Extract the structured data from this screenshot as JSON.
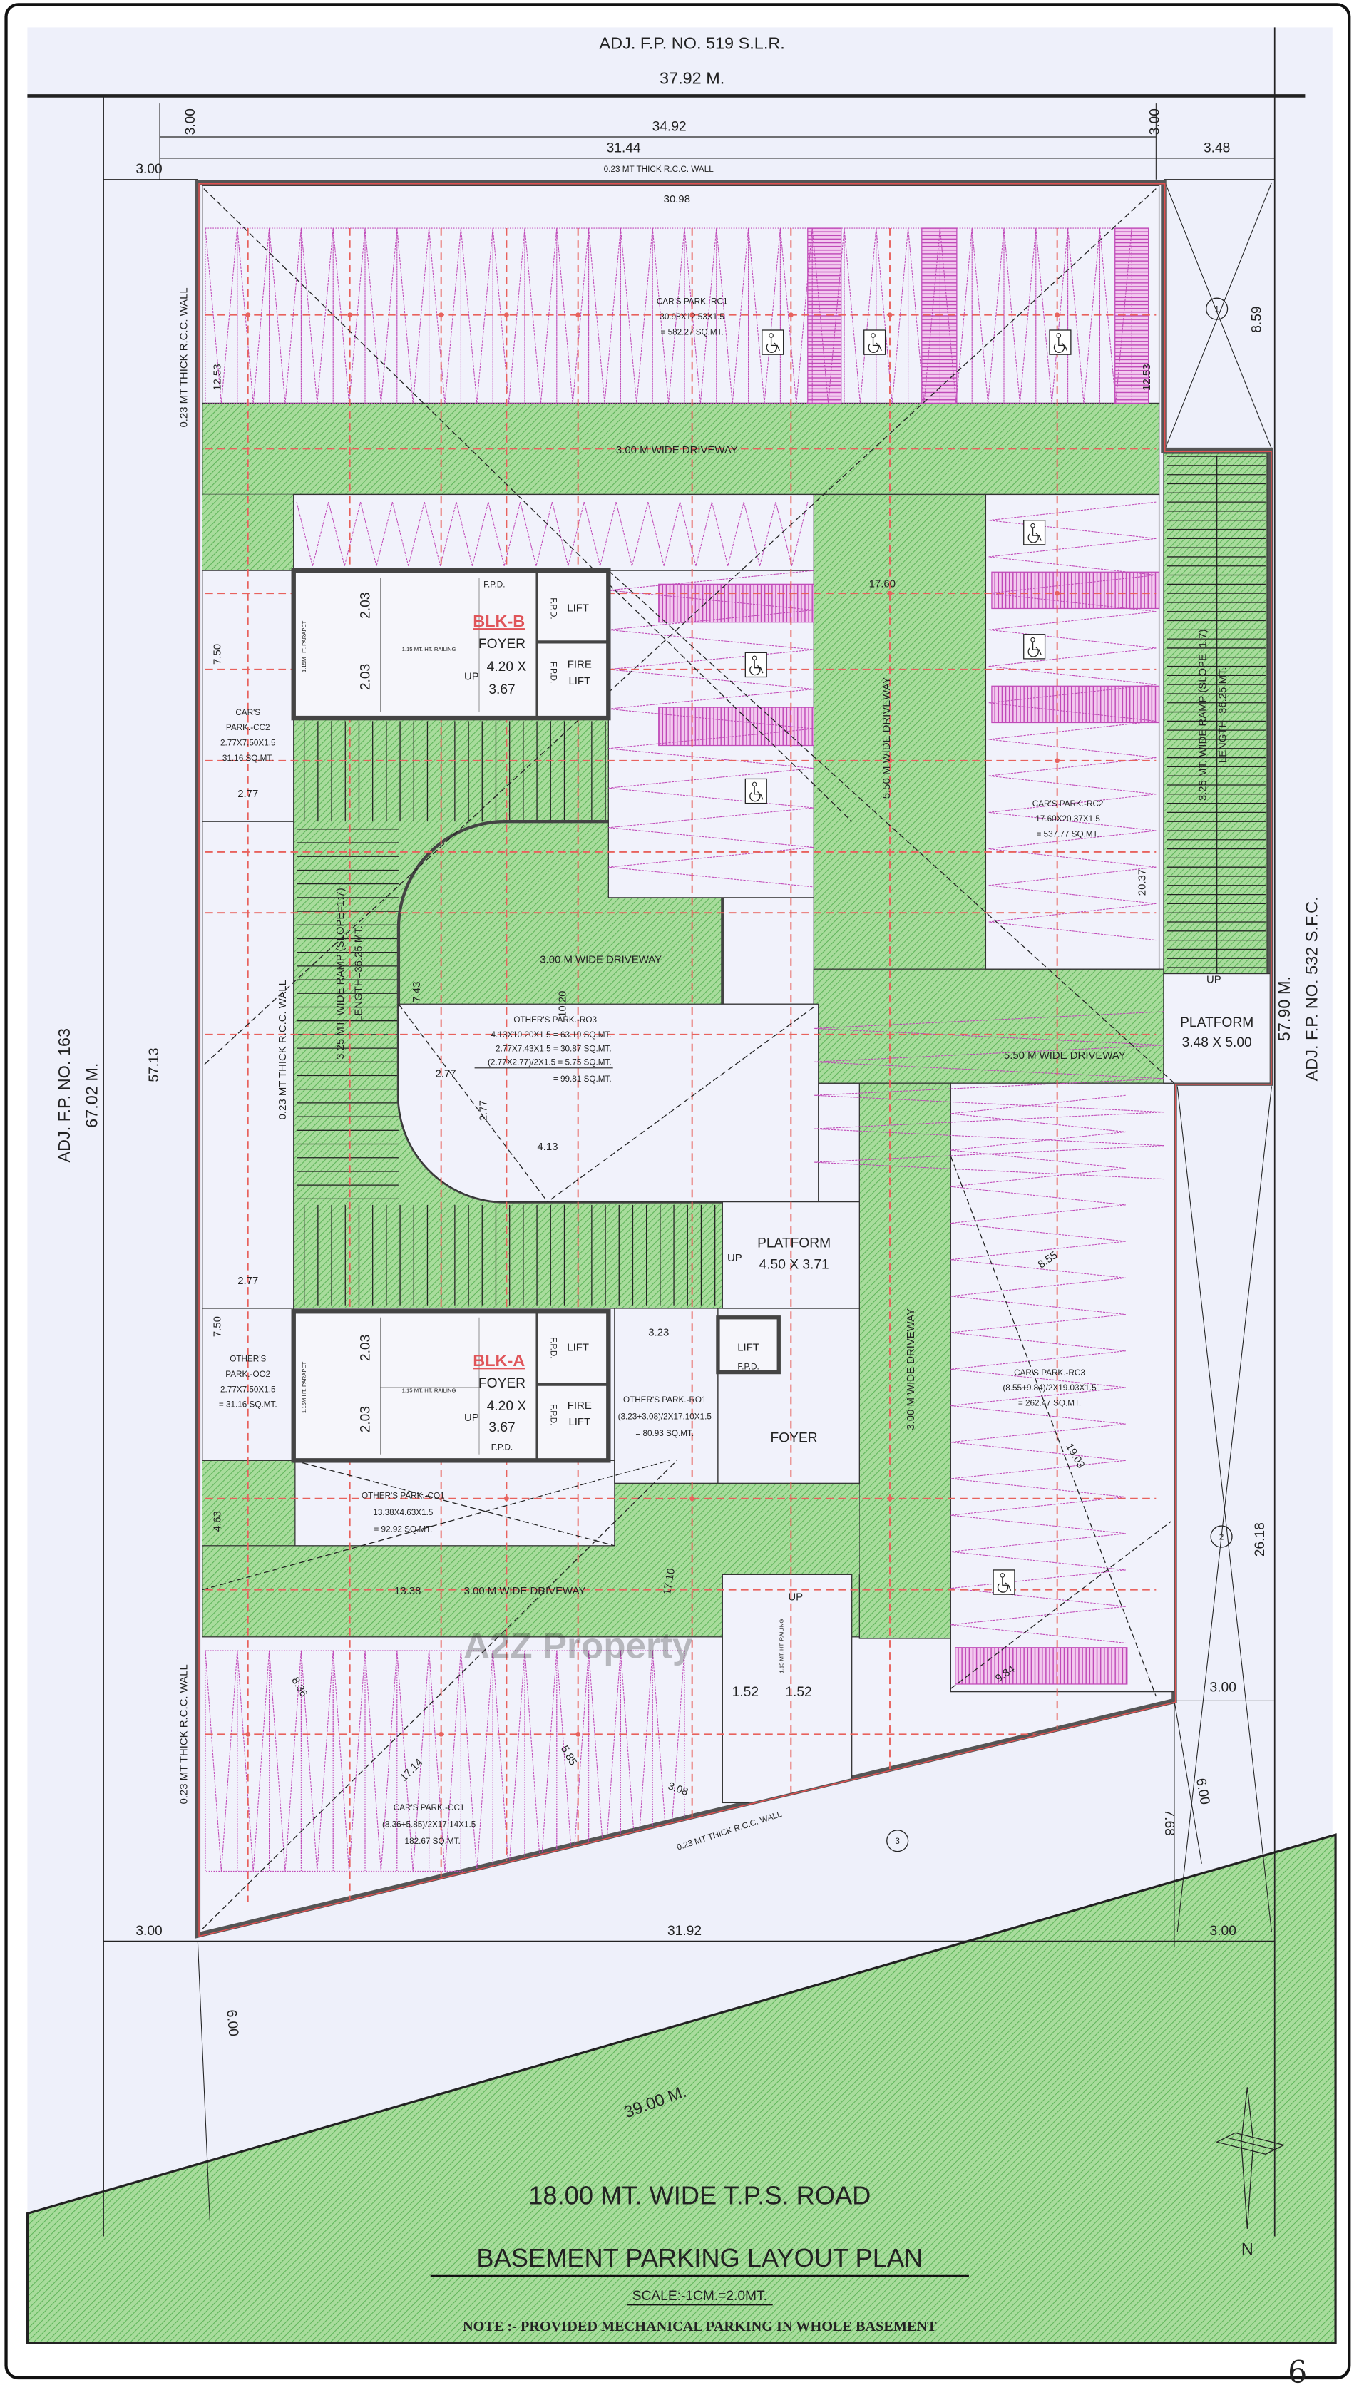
{
  "colors": {
    "paper": "#eef0fa",
    "green_fill": "#a8dc9c",
    "green_hatch": "#5fb55a",
    "parking_line": "#c04ab8",
    "grid_red": "#e8625d",
    "wall": "#555555",
    "wall_red": "#e05050",
    "block_label": "#e0555a"
  },
  "header": {
    "adjacent_north": "ADJ. F.P. NO. 519 S.L.R.",
    "north_length": "37.92 M."
  },
  "sides": {
    "west_label": "ADJ. F.P. NO. 163",
    "west_length": "67.02 M.",
    "east_label": "ADJ. F.P. NO. 532 S.F.C.",
    "east_length": "57.90 M."
  },
  "dimensions": {
    "top_34_92": "34.92",
    "top_31_44": "31.44",
    "top_3_48": "3.48",
    "top_left_3_00_v": "3.00",
    "top_right_3_00_v": "3.00",
    "left_3_00": "3.00",
    "inner_30_98": "30.98",
    "rc1_h_left": "12.53",
    "rc1_h_right": "12.53",
    "east_8_59": "8.59",
    "west_57_13": "57.13",
    "mid_17_60": "17.60",
    "rc2_20_37": "20.37",
    "ro3_7_43": "7.43",
    "ro3_10_20": "10.20",
    "ro3_2_77_h": "2.77",
    "ro3_2_77_v": "2.77",
    "ro3_4_13": "4.13",
    "cc2_7_50": "7.50",
    "cc2_2_77": "2.77",
    "oo2_2_77": "2.77",
    "oo2_7_50": "7.50",
    "blkb_2_03_a": "2.03",
    "blkb_2_03_b": "2.03",
    "blka_2_03_a": "2.03",
    "blka_2_03_b": "2.03",
    "ro1_3_23": "3.23",
    "co1_4_63": "4.63",
    "co1_13_38": "13.38",
    "ro1_17_10": "17.10",
    "rc3_8_55": "8.55",
    "rc3_19_03": "19.03",
    "rc3_9_84": "9.84",
    "cc1_8_36": "8.36",
    "cc1_17_14": "17.14",
    "cc1_5_85": "5.85",
    "cc1_3_08": "3.08",
    "stair_1_52_a": "1.52",
    "stair_1_52_b": "1.52",
    "east_26_18": "26.18",
    "east_3_00": "3.00",
    "se_7_68": "7.68",
    "se_6_00": "6.00",
    "bottom_3_00_left": "3.00",
    "bottom_31_92": "31.92",
    "bottom_3_00_right": "3.00",
    "sw_6_00": "6.00",
    "road_39_00": "39.00 M."
  },
  "walls": {
    "top": "0.23 MT THICK R.C.C. WALL",
    "west_upper": "0.23 MT THICK R.C.C. WALL",
    "west_mid": "0.23 MT THICK R.C.C. WALL",
    "west_lower": "0.23 MT THICK R.C.C. WALL",
    "south": "0.23 MT THICK R.C.C. WALL"
  },
  "markers": {
    "north_east": "1",
    "east": "2",
    "south": "3"
  },
  "driveways": {
    "top": "3.00 M WIDE DRIVEWAY",
    "center_vertical": "5.50 M WIDE DRIVEWAY",
    "center_horizontal": "5.50 M WIDE DRIVEWAY",
    "middle": "3.00 M WIDE DRIVEWAY",
    "right_vertical": "3.00 M WIDE DRIVEWAY",
    "bottom": "3.00 M WIDE DRIVEWAY"
  },
  "ramps": {
    "east_line1": "3.25 MT. WIDE RAMP (SLOPE=1:7)",
    "east_line2": "LENGTH=36.25 MT.",
    "east_up": "UP",
    "west_line1": "3.25 MT. WIDE RAMP (SLOPE=1:7)",
    "west_line2": "LENGTH=36.25 MT.",
    "west_up": "UP"
  },
  "platforms": {
    "east_label": "PLATFORM",
    "east_size": "3.48 X 5.00",
    "mid_label": "PLATFORM",
    "mid_size": "4.50 X 3.71"
  },
  "parking": {
    "rc1": {
      "name": "CAR'S PARK.-RC1",
      "calc": "30.98X12.53X1.5",
      "area": "= 582.27 SQ.MT."
    },
    "rc2": {
      "name": "CAR'S PARK.-RC2",
      "calc": "17.60X20.37X1.5",
      "area": "= 537.77 SQ.MT."
    },
    "rc3": {
      "name": "CAR'S PARK.-RC3",
      "calc": "(8.55+9.84)/2X19.03X1.5",
      "area": "= 262.47 SQ.MT."
    },
    "cc1": {
      "name": "CAR'S PARK.-CC1",
      "calc": "(8.36+5.85)/2X17.14X1.5",
      "area": "= 182.67 SQ.MT."
    },
    "cc2": {
      "name1": "CAR'S",
      "name2": "PARK.-CC2",
      "calc": "2.77X7.50X1.5",
      "area": "31.16 SQ.MT."
    },
    "oo2": {
      "name1": "OTHER'S",
      "name2": "PARK.-OO2",
      "calc": "2.77X7.50X1.5",
      "area": "= 31.16 SQ.MT."
    },
    "co1": {
      "name": "OTHER'S PARK.-CO1",
      "calc": "13.38X4.63X1.5",
      "area": "= 92.92 SQ.MT."
    },
    "ro1": {
      "name": "OTHER'S PARK.-RO1",
      "calc": "(3.23+3.08)/2X17.10X1.5",
      "area": "= 80.93 SQ.MT."
    },
    "ro3": {
      "name": "OTHER'S PARK.-RO3",
      "line1": "4.13X10.20X1.5 = 63.19 SQ.MT.",
      "line2": "2.77X7.43X1.5 = 30.87 SQ.MT.",
      "line3": "(2.77X2.77)/2X1.5 =  5.75 SQ.MT.",
      "total": "= 99.81 SQ.MT."
    }
  },
  "blocks": {
    "b": {
      "name": "BLK-B",
      "fpd_top": "F.P.D.",
      "foyer": "FOYER",
      "size1": "4.20 X",
      "size2": "3.67",
      "up": "UP",
      "lift": "LIFT",
      "fire_lift1": "FIRE",
      "fire_lift2": "LIFT",
      "fpd_lift": "F.P.D.",
      "fpd_fire": "F.P.D.",
      "railing": "1.15 MT. HT. RAILING",
      "parapet": "1.15M HT. PARAPET"
    },
    "a": {
      "name": "BLK-A",
      "fpd_bottom": "F.P.D.",
      "foyer": "FOYER",
      "size1": "4.20 X",
      "size2": "3.67",
      "up": "UP",
      "lift": "LIFT",
      "fire_lift1": "FIRE",
      "fire_lift2": "LIFT",
      "fpd_lift": "F.P.D.",
      "fpd_fire": "F.P.D.",
      "railing": "1.15 MT. HT. RAILING",
      "parapet": "1.15M HT. PARAPET"
    },
    "south_core": {
      "lift": "LIFT",
      "fpd": "F.P.D.",
      "foyer": "FOYER",
      "stair_up": "UP",
      "railing": "1.15 MT. HT. RAILING"
    }
  },
  "watermark": "A2Z Property",
  "footer": {
    "road": "18.00 MT. WIDE T.P.S. ROAD",
    "title": "BASEMENT PARKING LAYOUT PLAN",
    "scale": "SCALE:-1CM.=2.0MT.",
    "note": "NOTE :- PROVIDED MECHANICAL PARKING IN WHOLE BASEMENT",
    "north": "N",
    "page_number": "6"
  }
}
